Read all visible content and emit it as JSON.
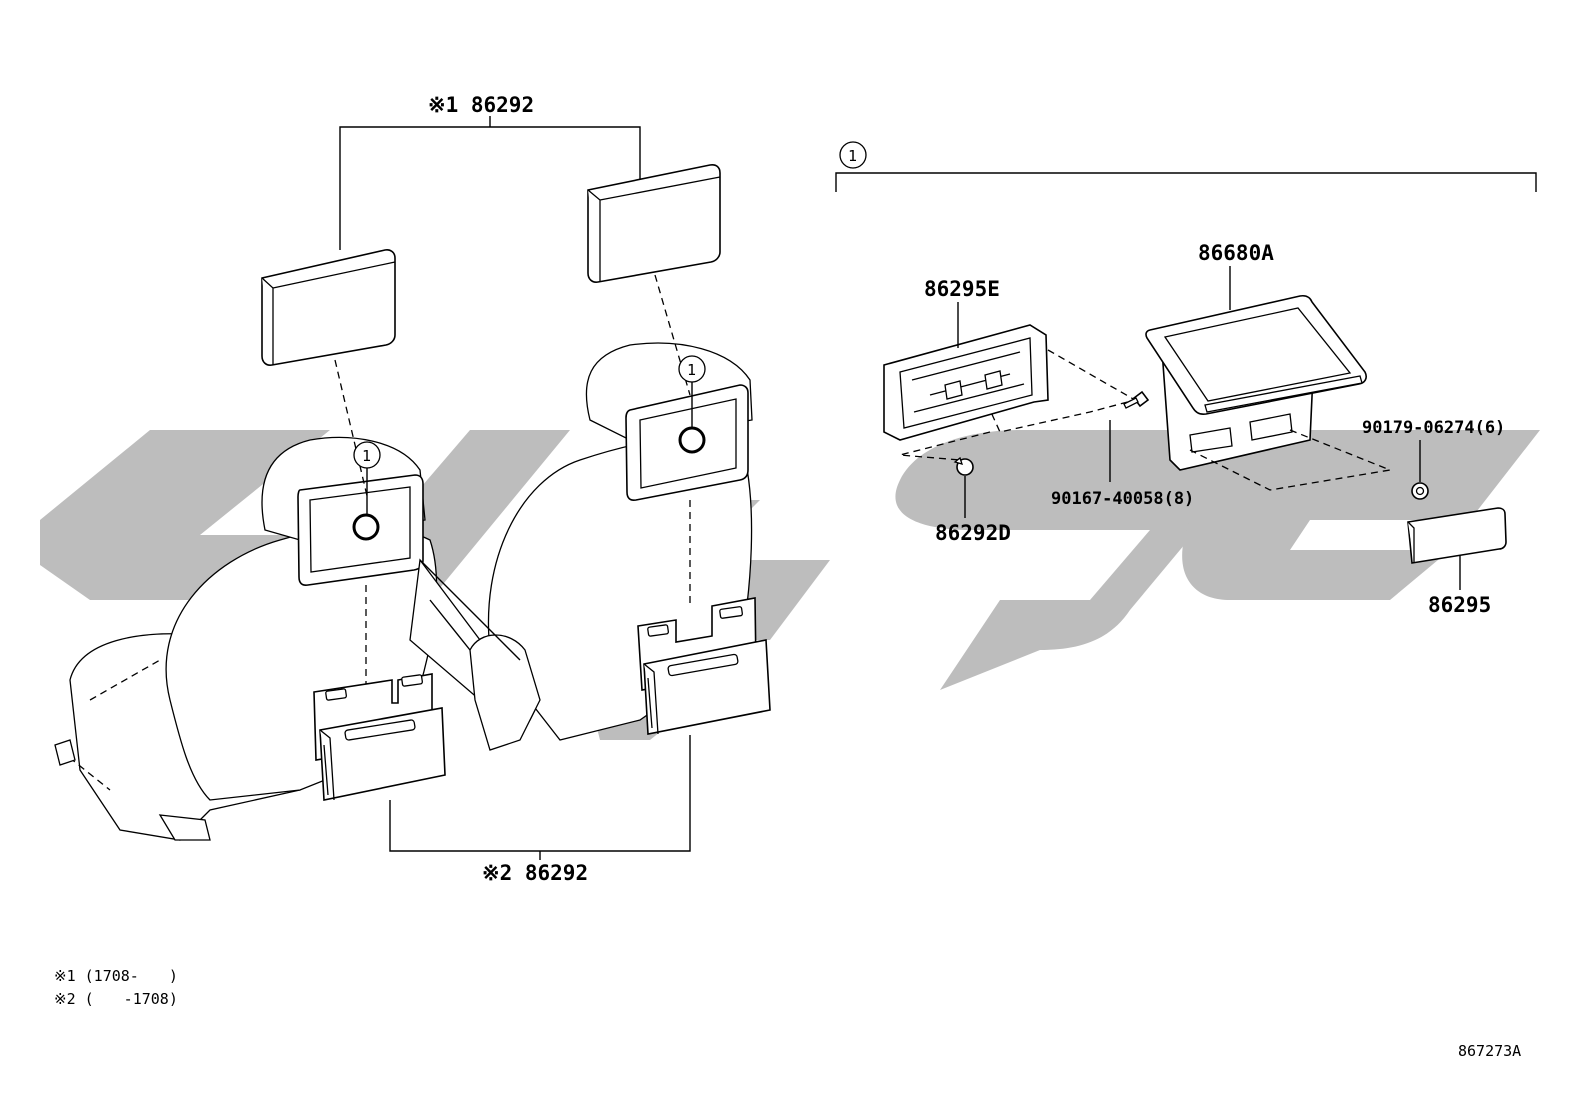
{
  "diagram": {
    "labels": {
      "top_display_group": "※1 86292",
      "bottom_holder_group": "※2 86292",
      "circle_group_ref": "1",
      "seat_left_ref": "1",
      "seat_right_ref": "1",
      "bracket": "86295E",
      "monitor": "86680A",
      "screw": "90167-40058(8)",
      "clip": "86292D",
      "nut": "90179-06274(6)",
      "cover": "86295"
    },
    "notes": [
      "※1 (1708-　　)",
      "※2 (　　-1708)"
    ],
    "diagram_code": "867273A"
  },
  "colors": {
    "line": "#000000",
    "watermark": "#bdbdbd",
    "background": "#ffffff"
  }
}
